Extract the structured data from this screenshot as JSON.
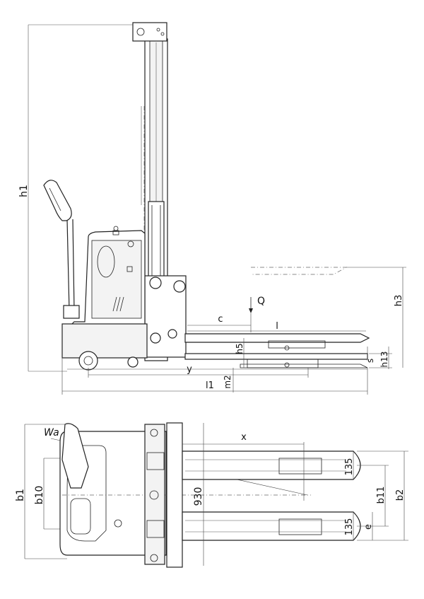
{
  "side_view": {
    "labels": {
      "h1": "h1",
      "Q": "Q",
      "c": "c",
      "l": "l",
      "h3": "h3",
      "h5": "h5",
      "s": "s",
      "h13": "h13",
      "y": "y",
      "m2": "m2",
      "l1": "l1"
    }
  },
  "top_view": {
    "labels": {
      "Wa": "Wa",
      "x": "x",
      "b1": "b1",
      "b10": "b10",
      "dim_930": "930",
      "dim_135_upper": "135",
      "dim_135_lower": "135",
      "b11": "b11",
      "b2": "b2",
      "e": "e"
    }
  }
}
